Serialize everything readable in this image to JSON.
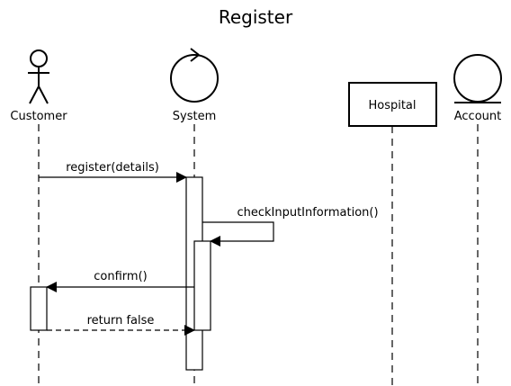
{
  "diagram": {
    "title": "Register",
    "participants": {
      "customer": {
        "name": "Customer",
        "kind": "actor"
      },
      "system": {
        "name": "System",
        "kind": "control"
      },
      "hospital": {
        "name": "Hospital",
        "kind": "box"
      },
      "account": {
        "name": "Account",
        "kind": "entity"
      }
    },
    "messages": {
      "register": {
        "label": "register(details)",
        "from": "Customer",
        "to": "System",
        "style": "solid"
      },
      "check": {
        "label": "checkInputInformation()",
        "from": "System",
        "to": "System",
        "style": "solid"
      },
      "confirm": {
        "label": "confirm()",
        "from": "System",
        "to": "Customer",
        "style": "solid"
      },
      "return_false": {
        "label": "return false",
        "from": "Customer",
        "to": "System",
        "style": "dashed"
      }
    }
  }
}
